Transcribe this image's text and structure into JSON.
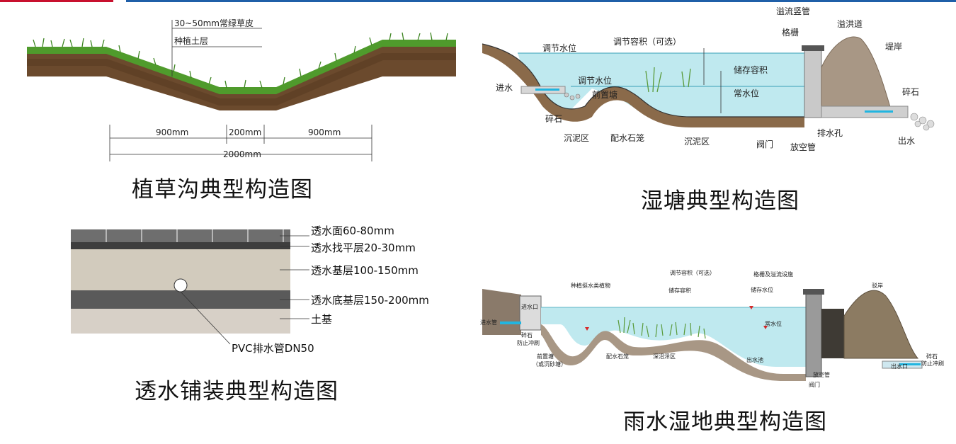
{
  "swale": {
    "caption": "植草沟典型构造图",
    "label_grass": "30~50mm常绿草皮",
    "label_soil": "种植土层",
    "dim_left": "900mm",
    "dim_mid": "200mm",
    "dim_right": "900mm",
    "dim_total": "2000mm"
  },
  "wetpond": {
    "caption": "湿塘典型构造图",
    "labels": {
      "control_level_a": "调节水位",
      "control_volume": "调节容积（可选）",
      "overflow_riser": "溢流竖管",
      "grate": "格栅",
      "spillway": "溢洪道",
      "bank": "堤岸",
      "inlet": "进水",
      "control_level_b": "调节水位",
      "storage_volume": "储存容积",
      "forebay": "前置塘",
      "normal_level": "常水位",
      "gravel_a": "碎石",
      "gravel_b": "碎石",
      "sediment_a": "沉泥区",
      "gabion": "配水石笼",
      "sediment_b": "沉泥区",
      "valve": "阀门",
      "drain_hole": "排水孔",
      "drain_pipe": "放空管",
      "outlet": "出水"
    }
  },
  "pavement": {
    "caption": "透水铺装典型构造图",
    "layers": [
      "透水面60-80mm",
      "透水找平层20-30mm",
      "透水基层100-150mm",
      "透水底基层150-200mm",
      "土基"
    ],
    "pipe_label": "PVC排水管DN50"
  },
  "rainwetland": {
    "caption": "雨水湿地典型构造图",
    "labels": {
      "emergent_plants": "种植挺水类植物",
      "control_volume": "调节容积（可选）",
      "grate_overflow": "格栅及溢流设施",
      "bank": "驳岸",
      "storage_volume": "储存容积",
      "storage_level": "储存水位",
      "inlet_box": "进水口",
      "inlet_pipe": "进水管",
      "gravel_scour": "碎石",
      "scour_prevention": "防止冲刷",
      "normal_level": "常水位",
      "gravel_right": "碎石",
      "scour_right": "防止冲刷",
      "outlet_box": "出水口",
      "forebay": "前置塘",
      "forebay_note": "（或沉砂塘）",
      "gabion": "配水石笼",
      "deep_marsh": "深沼泽区",
      "outlet_pool": "出水池",
      "drain_pipe": "放空管",
      "valve": "阀门"
    }
  },
  "colors": {
    "accent_red": "#c8102e",
    "accent_blue": "#1f5fa8",
    "water": "#bfe9ef",
    "soil": "#6b4a2d",
    "grass": "#4f9b2c",
    "concrete": "#c9c9c9"
  }
}
